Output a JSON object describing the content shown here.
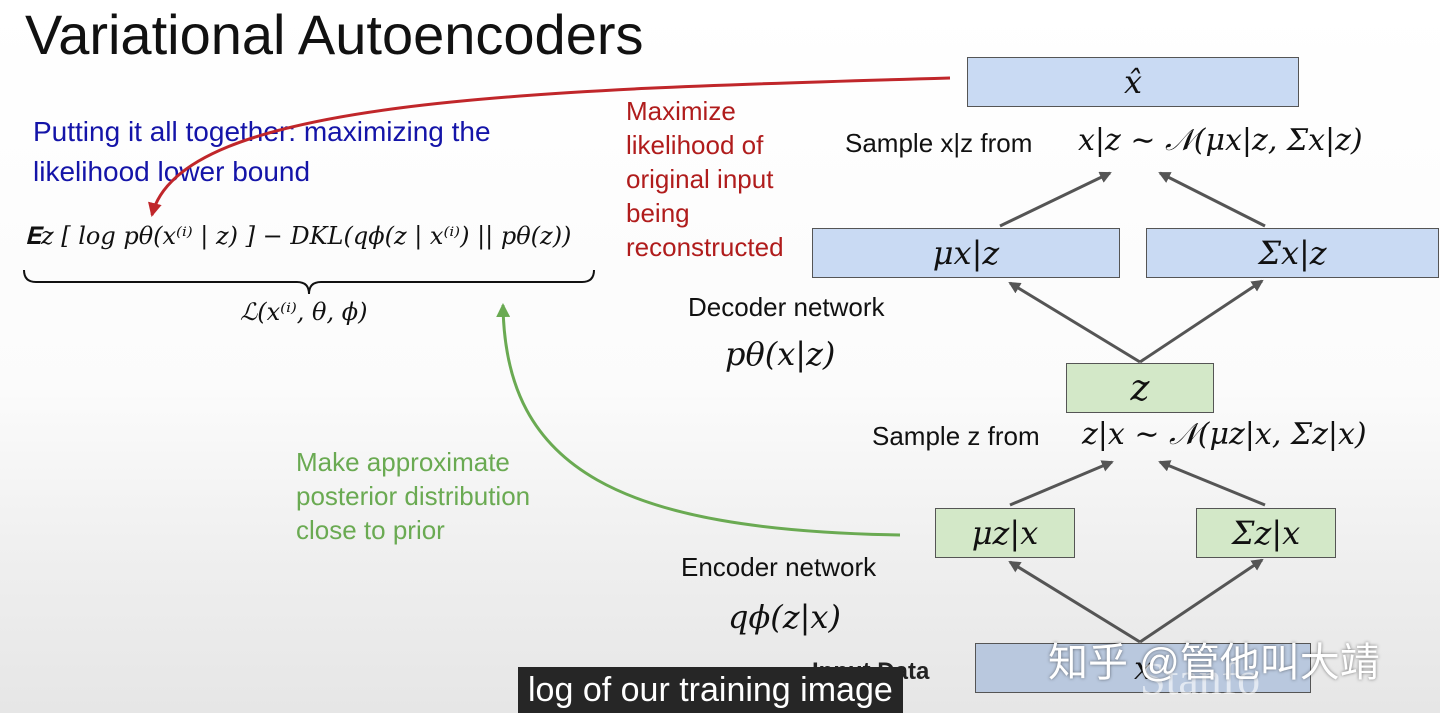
{
  "title": "Variational Autoencoders",
  "blue_text": "Putting it all together: maximizing the likelihood lower bound",
  "red_text": "Maximize likelihood of original input being reconstructed",
  "green_text": "Make approximate posterior distribution close to prior",
  "formula": {
    "expectation": "𝐄z [ log pθ(x⁽ⁱ⁾ | z) ] − DKL(qϕ(z | x⁽ⁱ⁾) || pθ(z))",
    "lower_bound": "ℒ(x⁽ⁱ⁾, θ, ϕ)"
  },
  "diagram": {
    "x_hat": "x̂",
    "sample_x_label": "Sample x|z from",
    "sample_x_math": "x|z ∼ 𝒩(μx|z, Σx|z)",
    "mu_x": "μx|z",
    "sigma_x": "Σx|z",
    "decoder_label": "Decoder network",
    "decoder_math": "pθ(x|z)",
    "z": "z",
    "sample_z_label": "Sample z from",
    "sample_z_math": "z|x ∼ 𝒩(μz|x, Σz|x)",
    "mu_z": "μz|x",
    "sigma_z": "Σz|x",
    "encoder_label": "Encoder network",
    "encoder_math": "qϕ(z|x)",
    "input_label": "Input Data",
    "input_box": "x"
  },
  "watermark": "知乎 @管他叫大靖",
  "stanford_watermark": "Stanfo",
  "subtitle": "log of our training image",
  "colors": {
    "blue_text": "#1414a8",
    "red_text": "#b01c1c",
    "green_text": "#6aaa52",
    "blue_box": "#c9daf3",
    "green_box": "#d3e8c8"
  }
}
